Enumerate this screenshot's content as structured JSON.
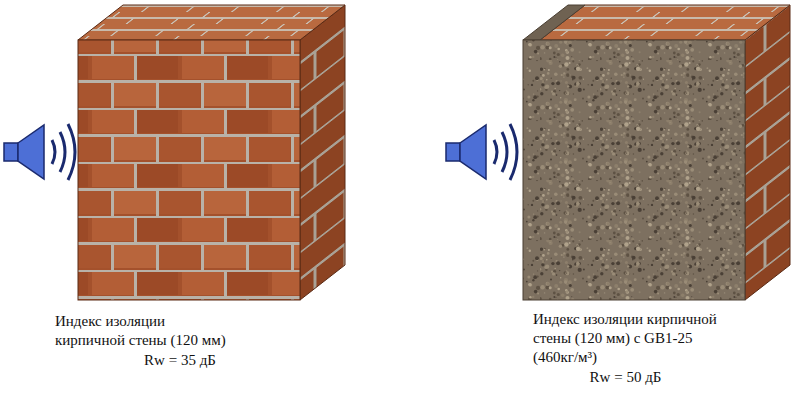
{
  "diagram": {
    "labels": [
      "Индекс изоляции кирпичной стены (120 мм)",
      "Rw = 35 дБ",
      "Индекс изоляции кирпичной стены (120 мм) с GB1-25 (460кг/м³)",
      "Rw = 50 дБ"
    ]
  }
}
